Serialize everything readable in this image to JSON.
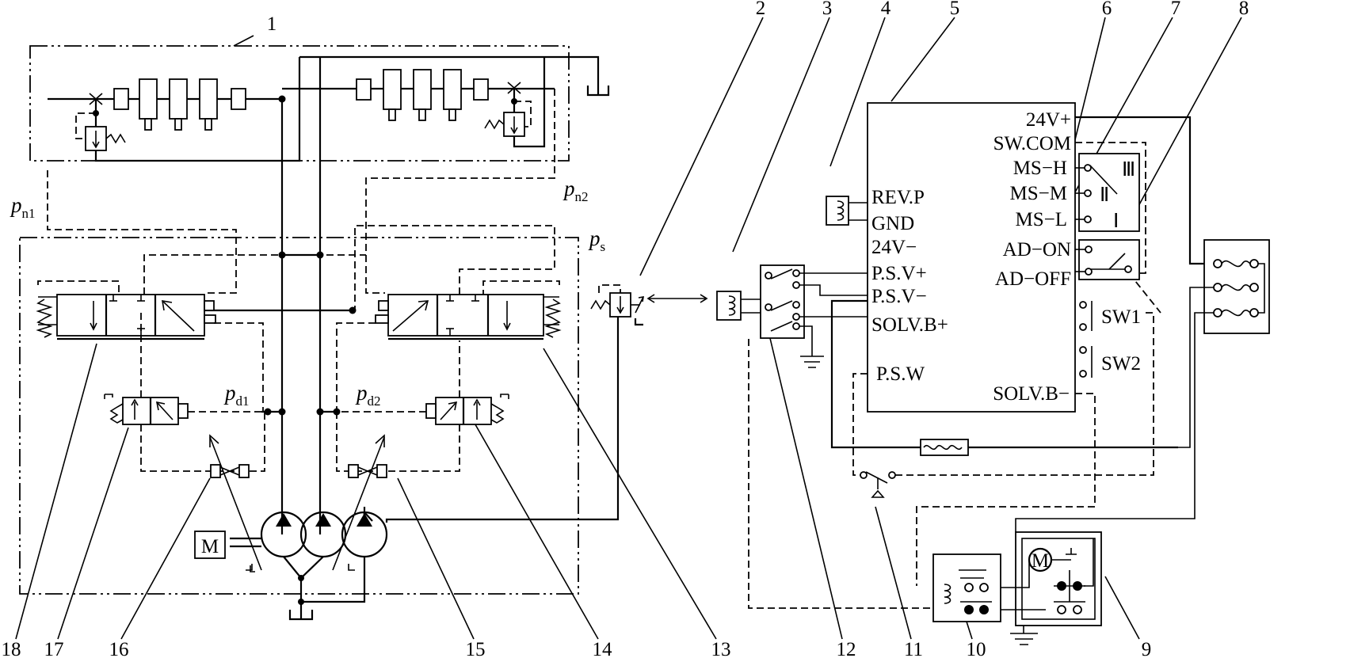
{
  "callouts": [
    "1",
    "2",
    "3",
    "4",
    "5",
    "6",
    "7",
    "8",
    "9",
    "10",
    "11",
    "12",
    "13",
    "14",
    "15",
    "16",
    "17",
    "18"
  ],
  "pressures": {
    "pn1": {
      "base": "p",
      "sub": "n1"
    },
    "pn2": {
      "base": "p",
      "sub": "n2"
    },
    "ps": {
      "base": "p",
      "sub": "s"
    },
    "pd1": {
      "base": "p",
      "sub": "d1"
    },
    "pd2": {
      "base": "p",
      "sub": "d2"
    }
  },
  "controller": {
    "left_terminals": [
      "REV.P",
      "GND",
      "24V−",
      "P.S.V+",
      "P.S.V−",
      "SOLV.B+",
      "P.S.W"
    ],
    "right_terminals": [
      "24V+",
      "SW.COM",
      "MS−H",
      "MS−M",
      "MS−L",
      "AD−ON",
      "AD−OFF",
      "SOLV.B−"
    ],
    "switch_labels": [
      "SW1",
      "SW2"
    ],
    "mode_positions": [
      "Ⅲ",
      "Ⅱ",
      "Ⅰ"
    ]
  },
  "motor_label": "M",
  "colors": {
    "ink": "#000000",
    "paper": "#ffffff"
  }
}
